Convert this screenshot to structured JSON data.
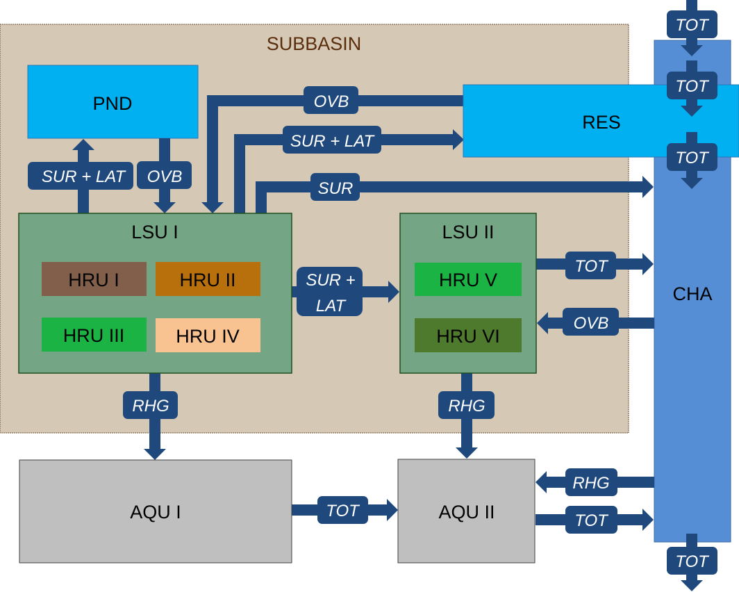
{
  "subbasin": {
    "label": "SUBBASIN"
  },
  "boxes": {
    "pnd": "PND",
    "res": "RES",
    "cha": "CHA",
    "lsu1": "LSU I",
    "lsu2": "LSU II",
    "hru1": "HRU I",
    "hru2": "HRU II",
    "hru3": "HRU III",
    "hru4": "HRU IV",
    "hru5": "HRU V",
    "hru6": "HRU VI",
    "aqu1": "AQU I",
    "aqu2": "AQU II"
  },
  "flows": {
    "lsu1_to_pnd": "SUR + LAT",
    "pnd_to_lsu1": "OVB",
    "res_to_lsu1": "OVB",
    "lsu1_to_res": "SUR + LAT",
    "lsu1_to_cha": "SUR",
    "lsu1_to_lsu2_line1": "SUR +",
    "lsu1_to_lsu2_line2": "LAT",
    "lsu2_to_cha": "TOT",
    "cha_to_lsu2": "OVB",
    "lsu1_to_aqu1": "RHG",
    "lsu2_to_aqu2": "RHG",
    "aqu1_to_aqu2": "TOT",
    "cha_to_aqu2": "RHG",
    "aqu2_to_cha": "TOT",
    "inflow_top": "TOT",
    "res_in": "TOT",
    "res_out": "TOT",
    "cha_out": "TOT"
  },
  "colors": {
    "subbasin_fill": "#d5c8b4",
    "subbasin_border": "#6b4a2a",
    "pnd_res_fill": "#00b0f0",
    "cha_fill": "#558ed5",
    "lsu_fill": "#74a585",
    "lsu_border": "#1f4d1f",
    "hru1": "#825f4a",
    "hru2": "#b8700c",
    "hru3": "#1ab344",
    "hru4": "#f8c291",
    "hru5": "#1ab344",
    "hru6": "#4e7a2e",
    "aqu_fill": "#bfbfbf",
    "arrow": "#1f497d"
  }
}
